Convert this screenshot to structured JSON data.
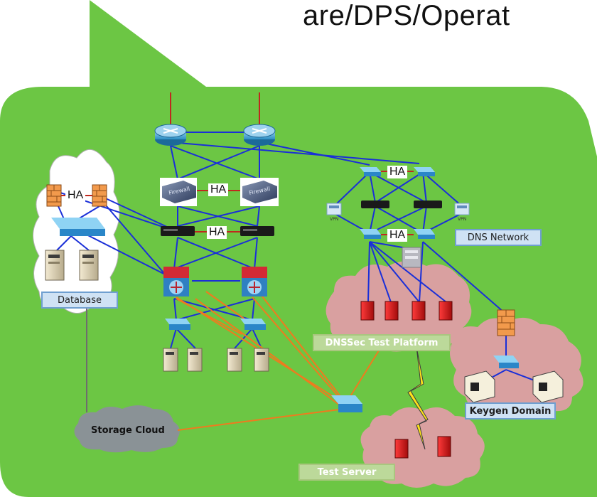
{
  "header": {
    "text": "are/DPS/Operat"
  },
  "labels": {
    "database": "Database",
    "dns_network": "DNS Network",
    "dnssec_platform": "DNSSec Test Platform",
    "keygen_domain": "Keygen Domain",
    "storage_cloud": "Storage Cloud",
    "test_server": "Test Server",
    "ha": "HA",
    "firewall": "Firewall",
    "vpn": "VPN"
  },
  "colors": {
    "background_green": "#6cc644",
    "link_blue": "#1a2fd8",
    "link_orange": "#f07a1e",
    "uplink_red": "#c0281e",
    "cloud_pink": "#d9a0a0",
    "cloud_gray": "#8a9296"
  }
}
